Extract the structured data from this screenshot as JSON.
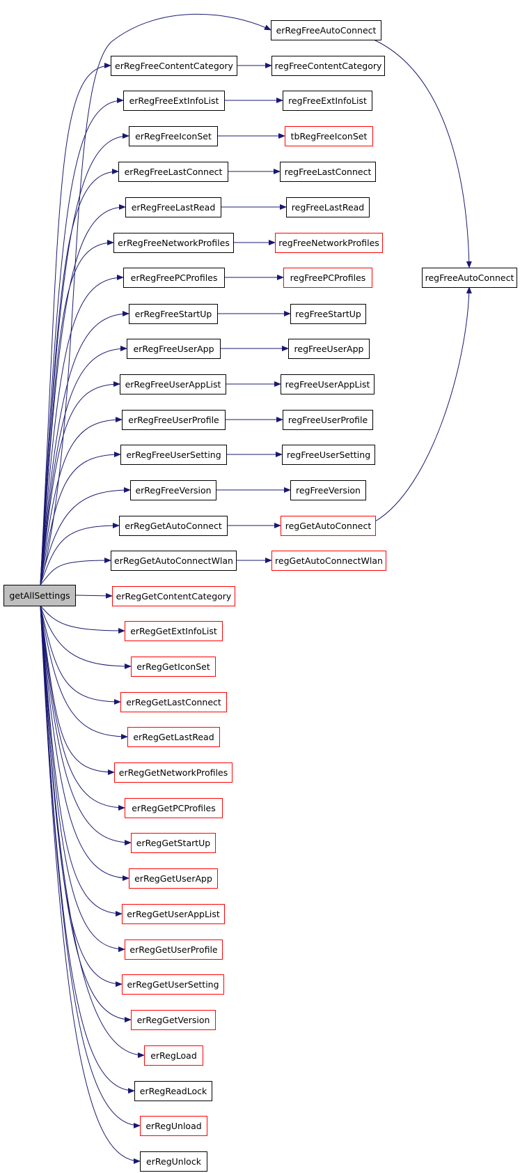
{
  "colors": {
    "edge": "#191970",
    "normal_border": "#000000",
    "undocumented_border": "#ff0000",
    "root_fill": "#bfbfbf",
    "node_fill": "#ffffff"
  },
  "graph": {
    "root": "getAllSettings",
    "nodes": [
      {
        "id": "getAllSettings",
        "label": "getAllSettings",
        "style": "root"
      },
      {
        "id": "erRegFreeAutoConnect",
        "label": "erRegFreeAutoConnect",
        "style": "normal"
      },
      {
        "id": "erRegFreeContentCategory",
        "label": "erRegFreeContentCategory",
        "style": "normal"
      },
      {
        "id": "erRegFreeExtInfoList",
        "label": "erRegFreeExtInfoList",
        "style": "normal"
      },
      {
        "id": "erRegFreeIconSet",
        "label": "erRegFreeIconSet",
        "style": "normal"
      },
      {
        "id": "erRegFreeLastConnect",
        "label": "erRegFreeLastConnect",
        "style": "normal"
      },
      {
        "id": "erRegFreeLastRead",
        "label": "erRegFreeLastRead",
        "style": "normal"
      },
      {
        "id": "erRegFreeNetworkProfiles",
        "label": "erRegFreeNetworkProfiles",
        "style": "normal"
      },
      {
        "id": "erRegFreePCProfiles",
        "label": "erRegFreePCProfiles",
        "style": "normal"
      },
      {
        "id": "erRegFreeStartUp",
        "label": "erRegFreeStartUp",
        "style": "normal"
      },
      {
        "id": "erRegFreeUserApp",
        "label": "erRegFreeUserApp",
        "style": "normal"
      },
      {
        "id": "erRegFreeUserAppList",
        "label": "erRegFreeUserAppList",
        "style": "normal"
      },
      {
        "id": "erRegFreeUserProfile",
        "label": "erRegFreeUserProfile",
        "style": "normal"
      },
      {
        "id": "erRegFreeUserSetting",
        "label": "erRegFreeUserSetting",
        "style": "normal"
      },
      {
        "id": "erRegFreeVersion",
        "label": "erRegFreeVersion",
        "style": "normal"
      },
      {
        "id": "erRegGetAutoConnect",
        "label": "erRegGetAutoConnect",
        "style": "normal"
      },
      {
        "id": "erRegGetAutoConnectWlan",
        "label": "erRegGetAutoConnectWlan",
        "style": "normal"
      },
      {
        "id": "erRegGetContentCategory",
        "label": "erRegGetContentCategory",
        "style": "undocumented"
      },
      {
        "id": "erRegGetExtInfoList",
        "label": "erRegGetExtInfoList",
        "style": "undocumented"
      },
      {
        "id": "erRegGetIconSet",
        "label": "erRegGetIconSet",
        "style": "undocumented"
      },
      {
        "id": "erRegGetLastConnect",
        "label": "erRegGetLastConnect",
        "style": "undocumented"
      },
      {
        "id": "erRegGetLastRead",
        "label": "erRegGetLastRead",
        "style": "undocumented"
      },
      {
        "id": "erRegGetNetworkProfiles",
        "label": "erRegGetNetworkProfiles",
        "style": "undocumented"
      },
      {
        "id": "erRegGetPCProfiles",
        "label": "erRegGetPCProfiles",
        "style": "undocumented"
      },
      {
        "id": "erRegGetStartUp",
        "label": "erRegGetStartUp",
        "style": "undocumented"
      },
      {
        "id": "erRegGetUserApp",
        "label": "erRegGetUserApp",
        "style": "undocumented"
      },
      {
        "id": "erRegGetUserAppList",
        "label": "erRegGetUserAppList",
        "style": "undocumented"
      },
      {
        "id": "erRegGetUserProfile",
        "label": "erRegGetUserProfile",
        "style": "undocumented"
      },
      {
        "id": "erRegGetUserSetting",
        "label": "erRegGetUserSetting",
        "style": "undocumented"
      },
      {
        "id": "erRegGetVersion",
        "label": "erRegGetVersion",
        "style": "undocumented"
      },
      {
        "id": "erRegLoad",
        "label": "erRegLoad",
        "style": "undocumented"
      },
      {
        "id": "erRegReadLock",
        "label": "erRegReadLock",
        "style": "normal"
      },
      {
        "id": "erRegUnload",
        "label": "erRegUnload",
        "style": "undocumented"
      },
      {
        "id": "erRegUnlock",
        "label": "erRegUnlock",
        "style": "normal"
      },
      {
        "id": "regFreeContentCategory",
        "label": "regFreeContentCategory",
        "style": "normal"
      },
      {
        "id": "regFreeExtInfoList",
        "label": "regFreeExtInfoList",
        "style": "normal"
      },
      {
        "id": "tbRegFreeIconSet",
        "label": "tbRegFreeIconSet",
        "style": "undocumented"
      },
      {
        "id": "regFreeLastConnect",
        "label": "regFreeLastConnect",
        "style": "normal"
      },
      {
        "id": "regFreeLastRead",
        "label": "regFreeLastRead",
        "style": "normal"
      },
      {
        "id": "regFreeNetworkProfiles",
        "label": "regFreeNetworkProfiles",
        "style": "undocumented"
      },
      {
        "id": "regFreePCProfiles",
        "label": "regFreePCProfiles",
        "style": "undocumented"
      },
      {
        "id": "regFreeStartUp",
        "label": "regFreeStartUp",
        "style": "normal"
      },
      {
        "id": "regFreeUserApp",
        "label": "regFreeUserApp",
        "style": "normal"
      },
      {
        "id": "regFreeUserAppList",
        "label": "regFreeUserAppList",
        "style": "normal"
      },
      {
        "id": "regFreeUserProfile",
        "label": "regFreeUserProfile",
        "style": "normal"
      },
      {
        "id": "regFreeUserSetting",
        "label": "regFreeUserSetting",
        "style": "normal"
      },
      {
        "id": "regFreeVersion",
        "label": "regFreeVersion",
        "style": "normal"
      },
      {
        "id": "regGetAutoConnect",
        "label": "regGetAutoConnect",
        "style": "undocumented"
      },
      {
        "id": "regGetAutoConnectWlan",
        "label": "regGetAutoConnectWlan",
        "style": "undocumented"
      },
      {
        "id": "regFreeAutoConnect",
        "label": "regFreeAutoConnect",
        "style": "normal"
      }
    ],
    "edges": [
      {
        "from": "getAllSettings",
        "to": "erRegFreeAutoConnect"
      },
      {
        "from": "getAllSettings",
        "to": "erRegFreeContentCategory"
      },
      {
        "from": "getAllSettings",
        "to": "erRegFreeExtInfoList"
      },
      {
        "from": "getAllSettings",
        "to": "erRegFreeIconSet"
      },
      {
        "from": "getAllSettings",
        "to": "erRegFreeLastConnect"
      },
      {
        "from": "getAllSettings",
        "to": "erRegFreeLastRead"
      },
      {
        "from": "getAllSettings",
        "to": "erRegFreeNetworkProfiles"
      },
      {
        "from": "getAllSettings",
        "to": "erRegFreePCProfiles"
      },
      {
        "from": "getAllSettings",
        "to": "erRegFreeStartUp"
      },
      {
        "from": "getAllSettings",
        "to": "erRegFreeUserApp"
      },
      {
        "from": "getAllSettings",
        "to": "erRegFreeUserAppList"
      },
      {
        "from": "getAllSettings",
        "to": "erRegFreeUserProfile"
      },
      {
        "from": "getAllSettings",
        "to": "erRegFreeUserSetting"
      },
      {
        "from": "getAllSettings",
        "to": "erRegFreeVersion"
      },
      {
        "from": "getAllSettings",
        "to": "erRegGetAutoConnect"
      },
      {
        "from": "getAllSettings",
        "to": "erRegGetAutoConnectWlan"
      },
      {
        "from": "getAllSettings",
        "to": "erRegGetContentCategory"
      },
      {
        "from": "getAllSettings",
        "to": "erRegGetExtInfoList"
      },
      {
        "from": "getAllSettings",
        "to": "erRegGetIconSet"
      },
      {
        "from": "getAllSettings",
        "to": "erRegGetLastConnect"
      },
      {
        "from": "getAllSettings",
        "to": "erRegGetLastRead"
      },
      {
        "from": "getAllSettings",
        "to": "erRegGetNetworkProfiles"
      },
      {
        "from": "getAllSettings",
        "to": "erRegGetPCProfiles"
      },
      {
        "from": "getAllSettings",
        "to": "erRegGetStartUp"
      },
      {
        "from": "getAllSettings",
        "to": "erRegGetUserApp"
      },
      {
        "from": "getAllSettings",
        "to": "erRegGetUserAppList"
      },
      {
        "from": "getAllSettings",
        "to": "erRegGetUserProfile"
      },
      {
        "from": "getAllSettings",
        "to": "erRegGetUserSetting"
      },
      {
        "from": "getAllSettings",
        "to": "erRegGetVersion"
      },
      {
        "from": "getAllSettings",
        "to": "erRegLoad"
      },
      {
        "from": "getAllSettings",
        "to": "erRegReadLock"
      },
      {
        "from": "getAllSettings",
        "to": "erRegUnload"
      },
      {
        "from": "getAllSettings",
        "to": "erRegUnlock"
      },
      {
        "from": "erRegFreeAutoConnect",
        "to": "regFreeAutoConnect"
      },
      {
        "from": "erRegFreeContentCategory",
        "to": "regFreeContentCategory"
      },
      {
        "from": "erRegFreeExtInfoList",
        "to": "regFreeExtInfoList"
      },
      {
        "from": "erRegFreeIconSet",
        "to": "tbRegFreeIconSet"
      },
      {
        "from": "erRegFreeLastConnect",
        "to": "regFreeLastConnect"
      },
      {
        "from": "erRegFreeLastRead",
        "to": "regFreeLastRead"
      },
      {
        "from": "erRegFreeNetworkProfiles",
        "to": "regFreeNetworkProfiles"
      },
      {
        "from": "erRegFreePCProfiles",
        "to": "regFreePCProfiles"
      },
      {
        "from": "erRegFreeStartUp",
        "to": "regFreeStartUp"
      },
      {
        "from": "erRegFreeUserApp",
        "to": "regFreeUserApp"
      },
      {
        "from": "erRegFreeUserAppList",
        "to": "regFreeUserAppList"
      },
      {
        "from": "erRegFreeUserProfile",
        "to": "regFreeUserProfile"
      },
      {
        "from": "erRegFreeUserSetting",
        "to": "regFreeUserSetting"
      },
      {
        "from": "erRegFreeVersion",
        "to": "regFreeVersion"
      },
      {
        "from": "erRegGetAutoConnect",
        "to": "regGetAutoConnect"
      },
      {
        "from": "erRegGetAutoConnectWlan",
        "to": "regGetAutoConnectWlan"
      },
      {
        "from": "regGetAutoConnect",
        "to": "regFreeAutoConnect"
      }
    ]
  }
}
